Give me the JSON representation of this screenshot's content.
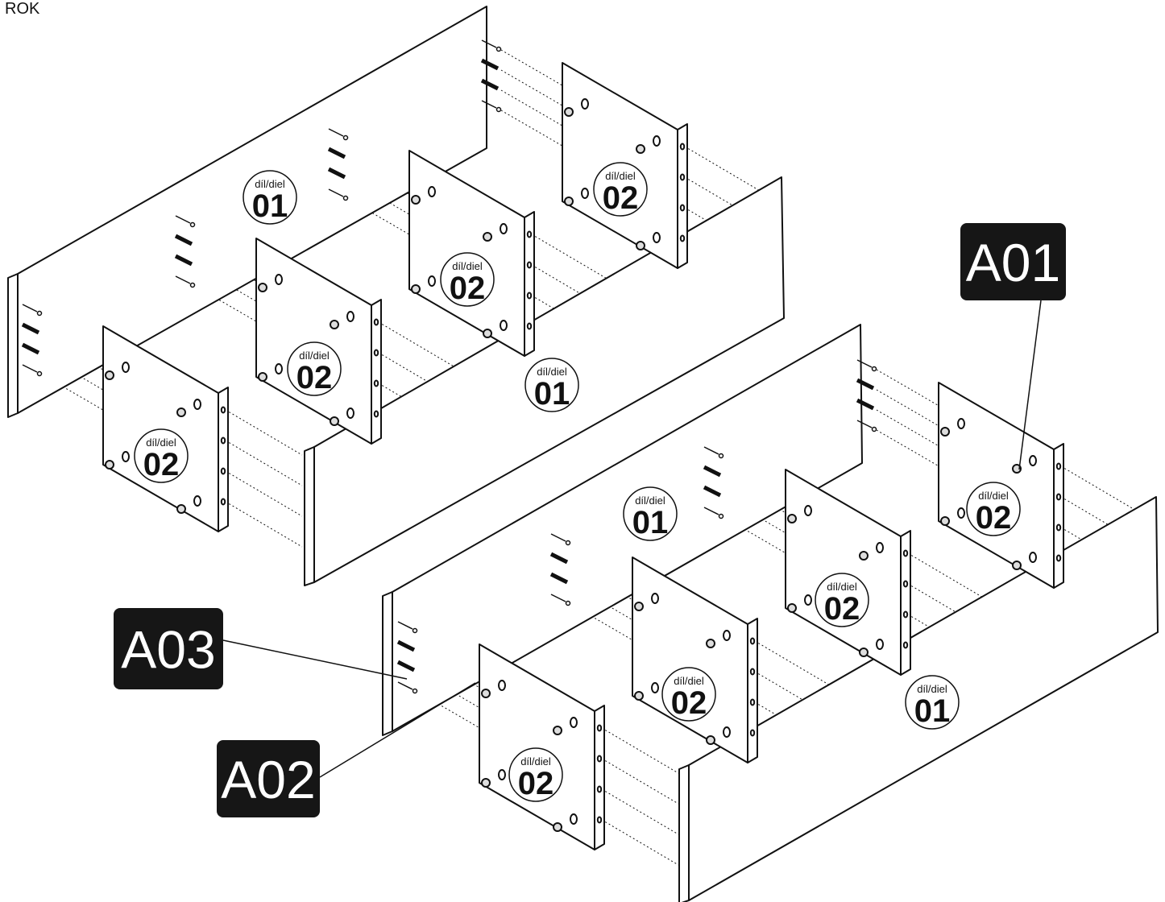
{
  "step_label": "ROK",
  "part_prefix": "díl/diel",
  "parts": {
    "side_panel": "01",
    "divider_panel": "02"
  },
  "callouts": {
    "a01": "A01",
    "a02": "A02",
    "a03": "A03"
  },
  "colors": {
    "line": "#111111",
    "panel": "#ffffff",
    "callout_bg": "#161616",
    "callout_text": "#ffffff"
  }
}
